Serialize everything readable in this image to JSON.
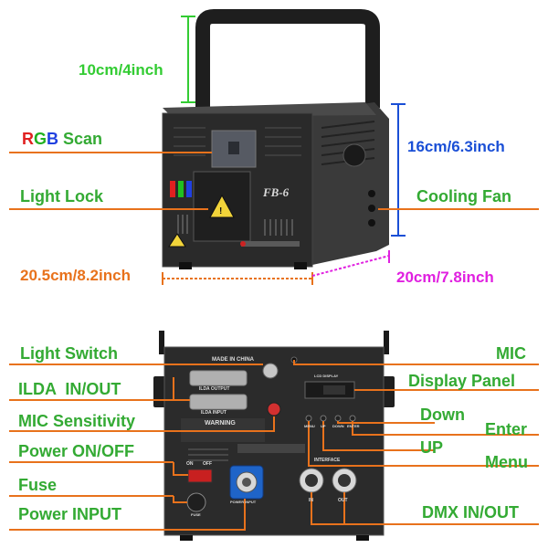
{
  "colors": {
    "annotation": "#e8721c",
    "green": "#33cc33",
    "blue": "#1a4fd6",
    "orange": "#e8721c",
    "magenta": "#e020e0",
    "device": "#2b2b2b"
  },
  "front": {
    "dim_height": "10cm/4inch",
    "rgb_r": "R",
    "rgb_g": "G",
    "rgb_b": "B",
    "rgb_rest": " Scan",
    "light_lock": "Light Lock",
    "dim_depth": "16cm/6.3inch",
    "cooling_fan": "Cooling Fan",
    "dim_width": "20.5cm/8.2inch",
    "dim_length": "20cm/7.8inch",
    "model": "FB-6"
  },
  "rear": {
    "light_switch": "Light Switch",
    "ilda": "ILDA  IN/OUT",
    "mic_sensitivity": "MIC Sensitivity",
    "power_onoff": "Power ON/OFF",
    "fuse": "Fuse",
    "power_input": "Power INPUT",
    "mic": "MIC",
    "display_panel": "Display Panel",
    "down": "Down",
    "enter": "Enter",
    "up": "UP",
    "menu": "Menu",
    "dmx": "DMX IN/OUT",
    "panel_made": "MADE IN CHINA",
    "panel_ilda_out": "ILDA OUTPUT",
    "panel_ilda_in": "ILDA INPUT",
    "panel_warning": "WARNING",
    "panel_lcd": "LCD DISPLAY",
    "panel_menu": "MENU",
    "panel_up": "UP",
    "panel_down": "DOWN",
    "panel_enter": "ENTER",
    "panel_interface": "INTERFACE",
    "panel_in": "IN",
    "panel_out": "OUT",
    "panel_on": "ON",
    "panel_off": "OFF",
    "panel_fuse": "FUSE",
    "panel_power_input": "POWER INPUT"
  }
}
